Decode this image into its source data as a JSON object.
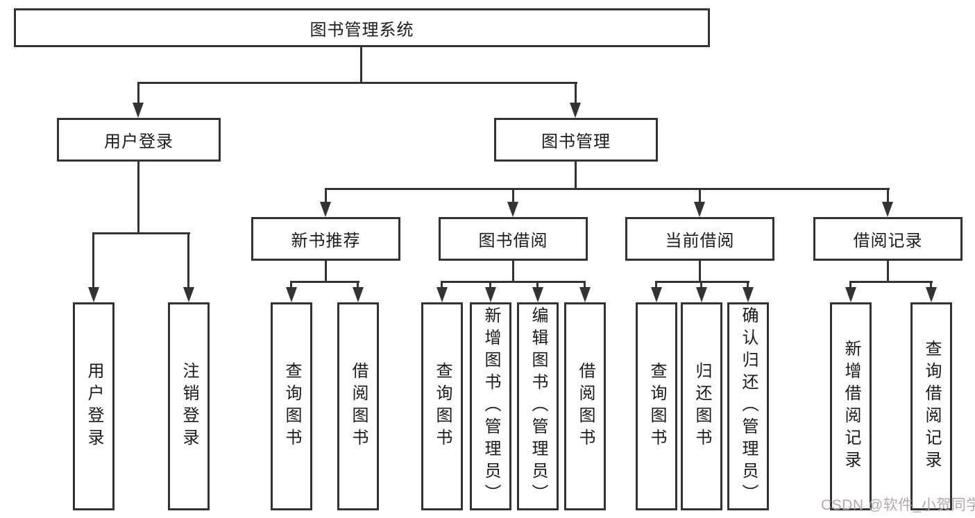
{
  "diagram": {
    "root": {
      "label": "图书管理系统"
    },
    "level2": [
      {
        "label": "用户登录"
      },
      {
        "label": "图书管理"
      }
    ],
    "level3": [
      {
        "label": "新书推荐"
      },
      {
        "label": "图书借阅"
      },
      {
        "label": "当前借阅"
      },
      {
        "label": "借阅记录"
      }
    ],
    "leaves": {
      "login": [
        {
          "label": "用户登录"
        },
        {
          "label": "注销登录"
        }
      ],
      "recommend": [
        {
          "label": "查询图书"
        },
        {
          "label": "借阅图书"
        }
      ],
      "borrow": [
        {
          "label": "查询图书"
        },
        {
          "label": "新增图书（管理员）"
        },
        {
          "label": "编辑图书（管理员）"
        },
        {
          "label": "借阅图书"
        }
      ],
      "current": [
        {
          "label": "查询图书"
        },
        {
          "label": "归还图书"
        },
        {
          "label": "确认归还（管理员）"
        }
      ],
      "records": [
        {
          "label": "新增借阅记录"
        },
        {
          "label": "查询借阅记录"
        }
      ]
    },
    "watermark": "CSDN @软件_小贺同学",
    "colors": {
      "line": "#333333",
      "box_border": "#333333",
      "text": "#1a1a1a",
      "background": "#ffffff",
      "watermark": "#b3a8a8"
    }
  }
}
